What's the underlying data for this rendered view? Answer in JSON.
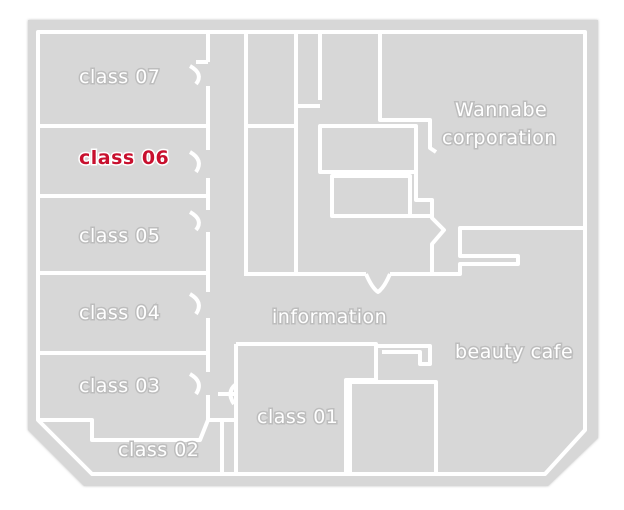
{
  "map": {
    "labels": {
      "class_07": "class 07",
      "class_06": "class 06",
      "class_05": "class 05",
      "class_04": "class 04",
      "class_03": "class 03",
      "class_02": "class 02",
      "class_01": "class 01",
      "wannabe_line1": "Wannabe",
      "wannabe_line2": "corporation",
      "information": "information",
      "beauty_cafe": "beauty cafe"
    },
    "highlighted_room": "class 06",
    "colors": {
      "floor": "#d7d7d7",
      "wall": "#ffffff",
      "highlight": "#c8102e"
    }
  }
}
